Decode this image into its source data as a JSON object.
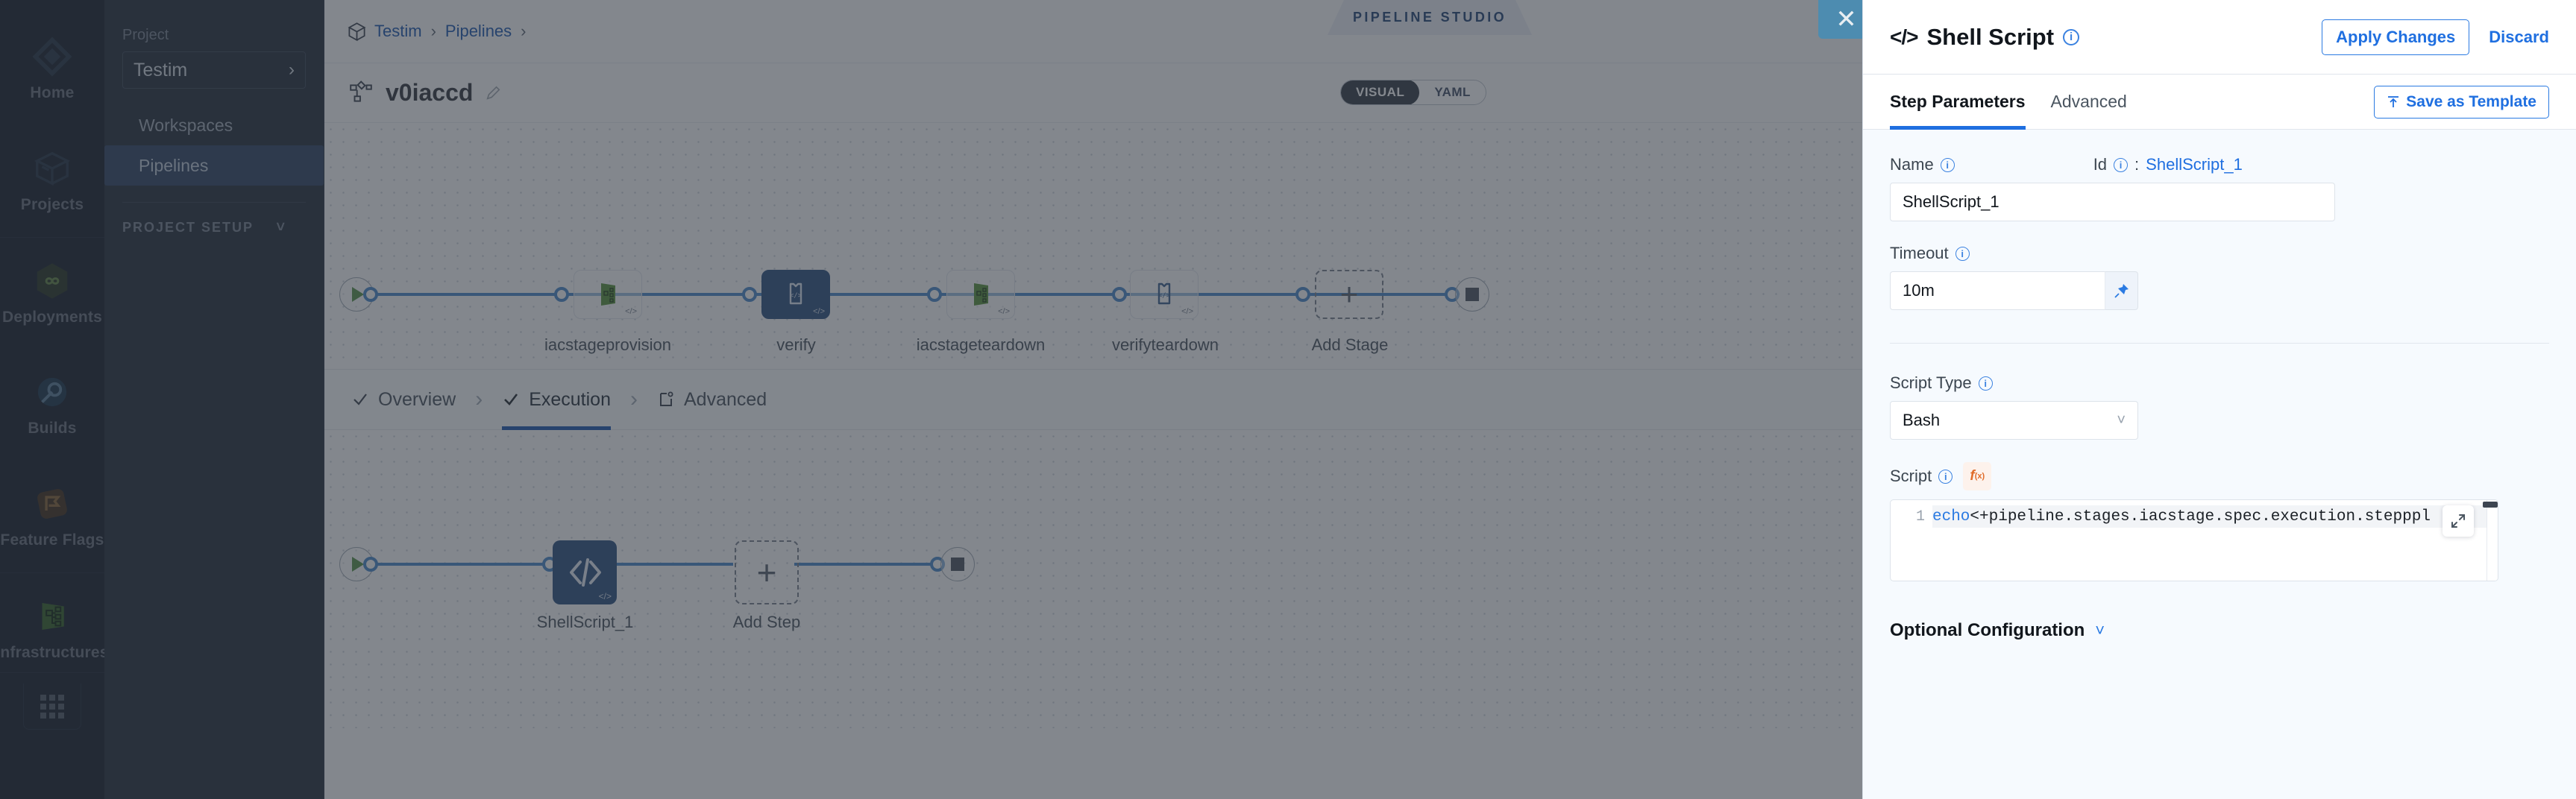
{
  "colors": {
    "rail_bg": "#17212f",
    "sidebar_bg": "#101b29",
    "accent_blue": "#1f6fe0",
    "node_selected": "#1c4275",
    "wire": "#3b7fc4",
    "close_btn": "#4d8cb0",
    "drawer_bg": "#f6fafe"
  },
  "rail": {
    "items": [
      {
        "label": "Home",
        "icon": "home-diamond-icon"
      },
      {
        "label": "Projects",
        "icon": "cube-icon"
      },
      {
        "label": "Deployments",
        "icon": "infinity-hex-icon"
      },
      {
        "label": "Builds",
        "icon": "builds-gear-icon"
      },
      {
        "label": "Feature Flags",
        "icon": "flag-icon"
      },
      {
        "label": "Infrastructures",
        "icon": "infrastructure-icon"
      }
    ],
    "apps_icon": "apps-grid-icon"
  },
  "sidebar": {
    "project_label": "Project",
    "project_name": "Testim",
    "project_chevron": "chevron-right-icon",
    "items": [
      {
        "label": "Workspaces",
        "active": false
      },
      {
        "label": "Pipelines",
        "active": true
      }
    ],
    "setup_label": "PROJECT SETUP",
    "setup_chevron": "chevron-down-icon"
  },
  "breadcrumb": {
    "icon": "cube-icon",
    "items": [
      "Testim",
      "Pipelines"
    ],
    "separator": "›",
    "trailing_separator": "›"
  },
  "header": {
    "studio_chip": "PIPELINE STUDIO",
    "pipeline_icon": "pipeline-nodes-icon",
    "pipeline_name": "v0iaccd",
    "edit_icon": "pencil-icon",
    "view_modes": [
      {
        "label": "VISUAL",
        "selected": true
      },
      {
        "label": "YAML",
        "selected": false
      }
    ]
  },
  "stage_graph": {
    "start_icon": "play-icon",
    "stages": [
      {
        "label": "iacstageprovision",
        "icon": "infrastructure-icon",
        "selected": false,
        "badge": "</>"
      },
      {
        "label": "verify",
        "icon": "verify-shirt-icon",
        "selected": true,
        "badge": "</>"
      },
      {
        "label": "iacstageteardown",
        "icon": "infrastructure-icon",
        "selected": false,
        "badge": "</>"
      },
      {
        "label": "verifyteardown",
        "icon": "verify-shirt-icon",
        "selected": false,
        "badge": "</>"
      }
    ],
    "add_stage_label": "Add Stage",
    "add_icon": "plus-icon",
    "end_icon": "stop-icon"
  },
  "stage_tabs": [
    {
      "label": "Overview",
      "icon": "check-icon",
      "active": false
    },
    {
      "label": "Execution",
      "icon": "check-icon",
      "active": true
    },
    {
      "label": "Advanced",
      "icon": "advanced-gear-icon",
      "active": false
    }
  ],
  "step_graph": {
    "start_icon": "play-icon",
    "steps": [
      {
        "label": "ShellScript_1",
        "icon": "code-brackets-icon",
        "selected": true,
        "badge": "</>"
      }
    ],
    "add_step_label": "Add Step",
    "add_icon": "plus-icon",
    "end_icon": "stop-icon"
  },
  "drawer": {
    "close_icon": "close-icon",
    "title_icon": "code-brackets-icon",
    "title": "Shell Script",
    "title_info_icon": "info-icon",
    "apply_label": "Apply Changes",
    "discard_label": "Discard",
    "tabs": [
      {
        "label": "Step Parameters",
        "active": true
      },
      {
        "label": "Advanced",
        "active": false
      }
    ],
    "save_template_label": "Save as Template",
    "save_template_icon": "template-upload-icon",
    "fields": {
      "name_label": "Name",
      "name_value": "ShellScript_1",
      "id_label": "Id",
      "id_separator": ":",
      "id_value": "ShellScript_1",
      "timeout_label": "Timeout",
      "timeout_value": "10m",
      "timeout_pin_icon": "pin-icon",
      "script_type_label": "Script Type",
      "script_type_value": "Bash",
      "script_type_chevron": "chevron-down-icon",
      "script_label": "Script",
      "script_fx_icon": "fx-icon",
      "script_line_number": "1",
      "script_keyword": "echo",
      "script_rest": " <+pipeline.stages.iacstage.spec.execution.step",
      "script_tail": "ppl",
      "expand_icon": "expand-icon"
    },
    "optional_config_label": "Optional Configuration",
    "optional_config_chevron": "chevron-down-icon"
  }
}
